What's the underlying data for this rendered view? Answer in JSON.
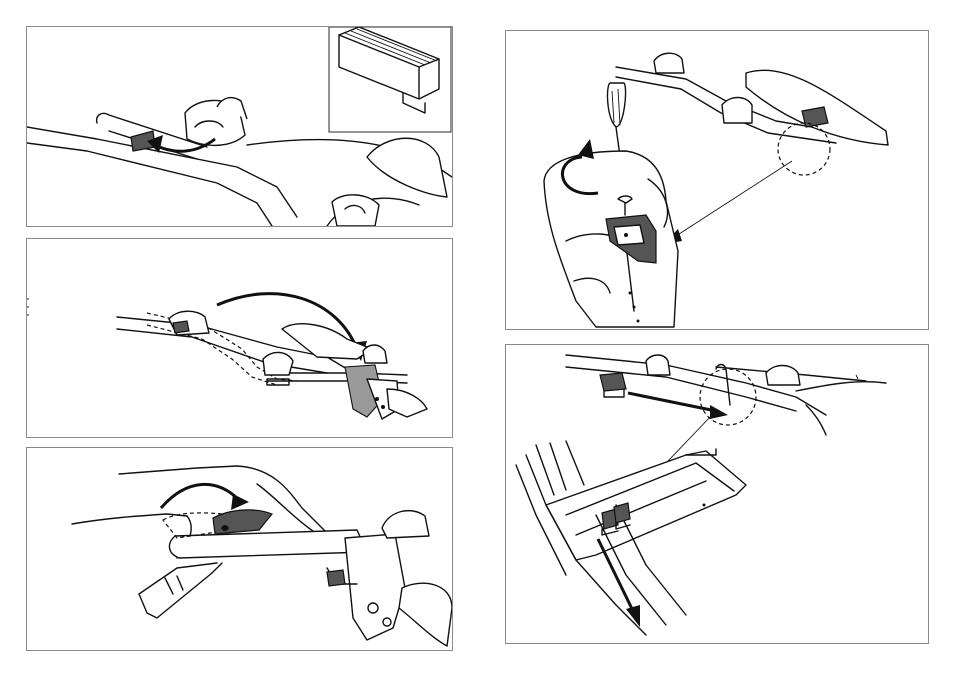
{
  "panels": [
    {
      "id": "step-1",
      "content": "tube-profile-inset-and-handle-rotation"
    },
    {
      "id": "step-2",
      "content": "swing-frame-into-position"
    },
    {
      "id": "step-3",
      "content": "fold-lever-over"
    },
    {
      "id": "step-4",
      "content": "screwdriver-secure-bracket"
    },
    {
      "id": "step-5",
      "content": "slide-into-tow-mount"
    }
  ],
  "icons": {
    "arrow": "curved-arrow-icon",
    "screwdriver": "screwdriver-icon",
    "detail_circle": "detail-circle-icon"
  },
  "colors": {
    "line": "#111111",
    "panel_border": "#8a8a8a",
    "shade_dark": "#555555",
    "shade_mid": "#9a9a9a",
    "background": "#ffffff"
  }
}
